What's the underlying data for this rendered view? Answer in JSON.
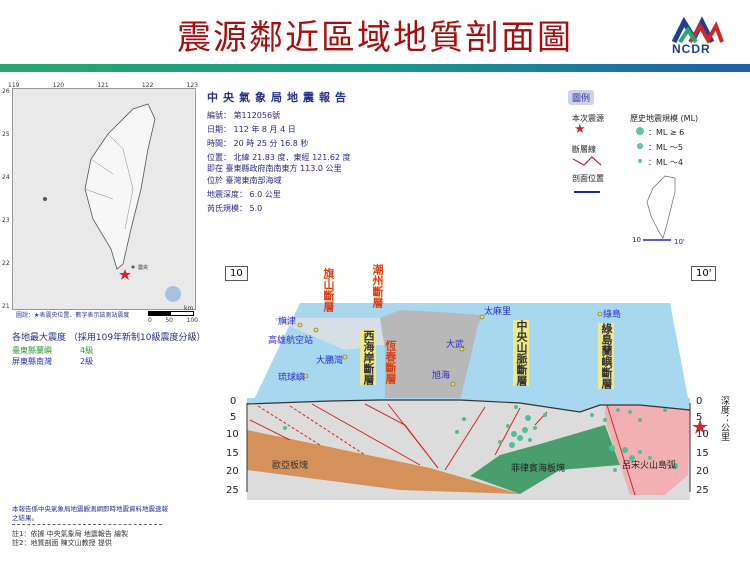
{
  "title": "震源鄰近區域地質剖面圖",
  "logo": {
    "text": "NCDR"
  },
  "map": {
    "lon_ticks": [
      "119",
      "120",
      "121",
      "122",
      "123"
    ],
    "lat_ticks": [
      "26",
      "25",
      "24",
      "23",
      "22",
      "21"
    ],
    "epicenter_label": "震央",
    "caption": "圖說：★表震央位置．數字表示該測站震度",
    "scale": {
      "unit": "km",
      "labels": [
        "0",
        "50",
        "100"
      ]
    }
  },
  "max_intensity": {
    "title": "各地最大震度 （採用109年新制10級震度分級）",
    "rows": [
      {
        "place": "臺東縣蘭嶼",
        "level": "4級",
        "color": "#2e9a2e"
      },
      {
        "place": "屏東縣南灣",
        "level": "2級",
        "color": "#2a2ad0"
      }
    ]
  },
  "report": {
    "title": "中央氣象局地震報告",
    "lines": [
      "編號： 第112056號",
      "日期： 112 年 8 月 4 日",
      "時間： 20 時 25 分 16.8 秒",
      "位置： 北緯 21.83 度．東經 121.62 度",
      "即在 臺東縣政府南南東方 113.0 公里",
      "位於 臺灣東南部海域",
      "地震深度： 6.0 公里",
      "芮氏規模： 5.0"
    ]
  },
  "legend": {
    "badge": "圖例",
    "epicenter": "本次震源",
    "fault": "斷層線",
    "profile": "剖面位置",
    "history_title": "歷史地震規模 (ML)",
    "mags": [
      "：ML ≥ 6",
      "：ML ～5",
      "：ML ～4"
    ],
    "inset_start": "10",
    "inset_end": "10'"
  },
  "section": {
    "start": "10",
    "end": "10'",
    "faults": [
      "旗山斷層",
      "潮州斷層",
      "西海岸斷層",
      "恆春斷層",
      "中央山脈斷層",
      "綠島蘭嶼斷層"
    ],
    "places": [
      "旗津",
      "高雄航空站",
      "大鵬灣",
      "琉球嶼",
      "大武",
      "旭海",
      "太麻里",
      "綠島"
    ],
    "plates": [
      "歐亞板塊",
      "菲律賓海板塊",
      "呂宋火山島弧"
    ],
    "depth_ticks": [
      "0",
      "5",
      "10",
      "15",
      "20",
      "25"
    ],
    "depth_label": "深度：公里"
  },
  "footer": {
    "note": "本報告係中央氣象局地震觀測網即時地震資料地震速報之結果。",
    "notes": [
      "註1：依據 中央氣象局 地震報告 繪製",
      "註2：地質剖面 陳文山教授 提供"
    ]
  },
  "colors": {
    "title": "#a50f0f",
    "sea": "#a8d8f0",
    "eurasia": "#d4925a",
    "philippine": "#4a9e6e",
    "luzon": "#f2b0b4",
    "crust": "#dcdcdc"
  }
}
